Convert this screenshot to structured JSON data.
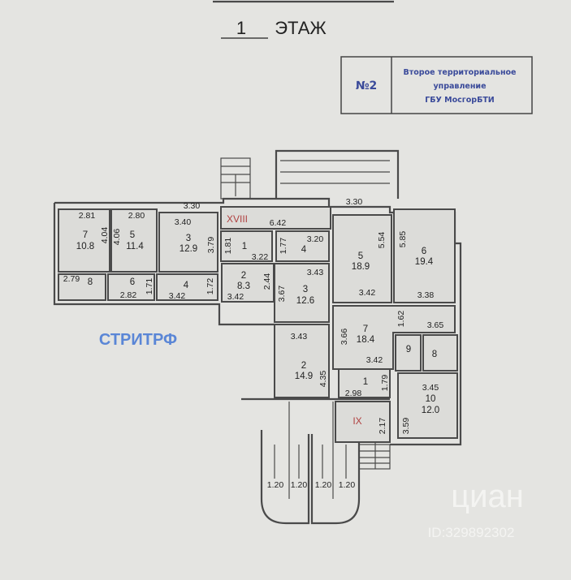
{
  "header": {
    "floor_number": "1",
    "floor_label": "ЭТАЖ"
  },
  "stamp": {
    "number": "№2",
    "lines": [
      "Второе территориальное",
      "управление",
      "ГБУ МосгорБТИ"
    ]
  },
  "plan": {
    "corridors": [
      {
        "label": "XVIII",
        "length": "6.42"
      },
      {
        "label": "IX",
        "length": "2.17"
      }
    ],
    "top_dims": [
      "3.30",
      "3.30"
    ],
    "rooms_left": [
      {
        "num": "7",
        "area": "10.8",
        "dims": [
          "2.81",
          "4.04"
        ]
      },
      {
        "num": "5",
        "area": "11.4",
        "dims": [
          "2.80",
          "4.06"
        ]
      },
      {
        "num": "3",
        "area": "12.9",
        "dims": [
          "3.40",
          "3.79"
        ]
      },
      {
        "num": "8",
        "dims": [
          "2.79"
        ]
      },
      {
        "num": "6",
        "dims": [
          "2.82",
          "1.71"
        ]
      },
      {
        "num": "4",
        "dims": [
          "3.42",
          "1.72"
        ]
      }
    ],
    "rooms_center": [
      {
        "num": "1",
        "dims": [
          "1.81",
          "3.22"
        ]
      },
      {
        "num": "2",
        "area": "8.3",
        "dims": [
          "2.44",
          "3.42"
        ]
      },
      {
        "num": "4",
        "dims": [
          "1.77",
          "3.20"
        ]
      },
      {
        "num": "3",
        "area": "12.6",
        "dims": [
          "3.43",
          "3.67"
        ]
      },
      {
        "num": "2",
        "area": "14.9",
        "dims": [
          "3.43",
          "4.35"
        ]
      }
    ],
    "rooms_right": [
      {
        "num": "5",
        "area": "18.9",
        "dims": [
          "5.54",
          "3.42"
        ]
      },
      {
        "num": "6",
        "area": "19.4",
        "dims": [
          "5.85",
          "3.38"
        ]
      },
      {
        "num": "7",
        "area": "18.4",
        "dims": [
          "3.66",
          "1.62",
          "3.65",
          "3.42"
        ]
      },
      {
        "num": "9"
      },
      {
        "num": "8"
      },
      {
        "num": "1",
        "dims": [
          "2.98",
          "1.79"
        ]
      },
      {
        "num": "10",
        "area": "12.0",
        "dims": [
          "3.45",
          "3.59"
        ]
      }
    ],
    "bottom_dims": [
      "1.20",
      "1.20",
      "1.20",
      "1.20"
    ]
  },
  "watermarks": {
    "streetrf": "СТРИТРФ",
    "cian": "циан",
    "cian_id": "ID:329892302"
  }
}
